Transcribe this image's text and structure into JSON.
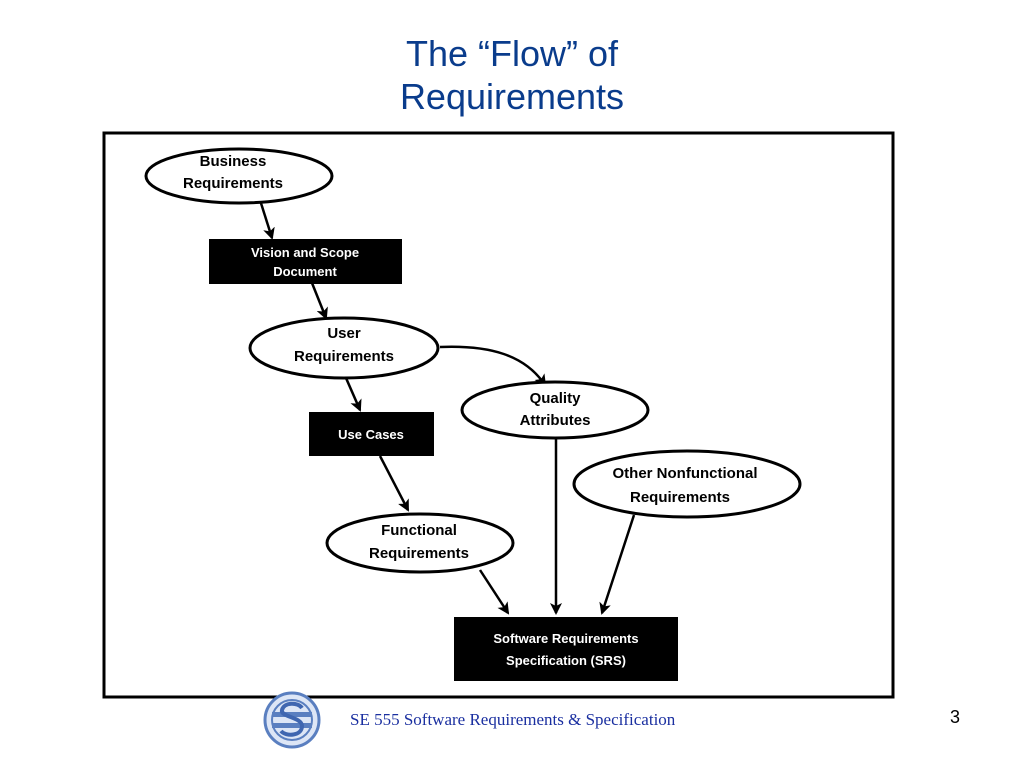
{
  "slide": {
    "title_line1": "The “Flow” of",
    "title_line2": "Requirements",
    "footer": "SE 555 Software Requirements & Specification",
    "page_number": "3"
  },
  "diagram": {
    "nodes": {
      "business": {
        "line1": "Business",
        "line2": "Requirements"
      },
      "vision": {
        "line1": "Vision and Scope",
        "line2": "Document"
      },
      "user": {
        "line1": "User",
        "line2": "Requirements"
      },
      "usecase": {
        "line1": "Use Cases"
      },
      "quality": {
        "line1": "Quality",
        "line2": "Attributes"
      },
      "other": {
        "line1": "Other Nonfunctional",
        "line2": "Requirements"
      },
      "functional": {
        "line1": "Functional",
        "line2": "Requirements"
      },
      "srs": {
        "line1": "Software Requirements",
        "line2": "Specification (SRS)"
      }
    }
  },
  "colors": {
    "title": "#0a3c8c",
    "footer": "#1a2fa0",
    "logo": "#5a7fc0"
  },
  "icons": {
    "logo": "se-logo-icon"
  }
}
